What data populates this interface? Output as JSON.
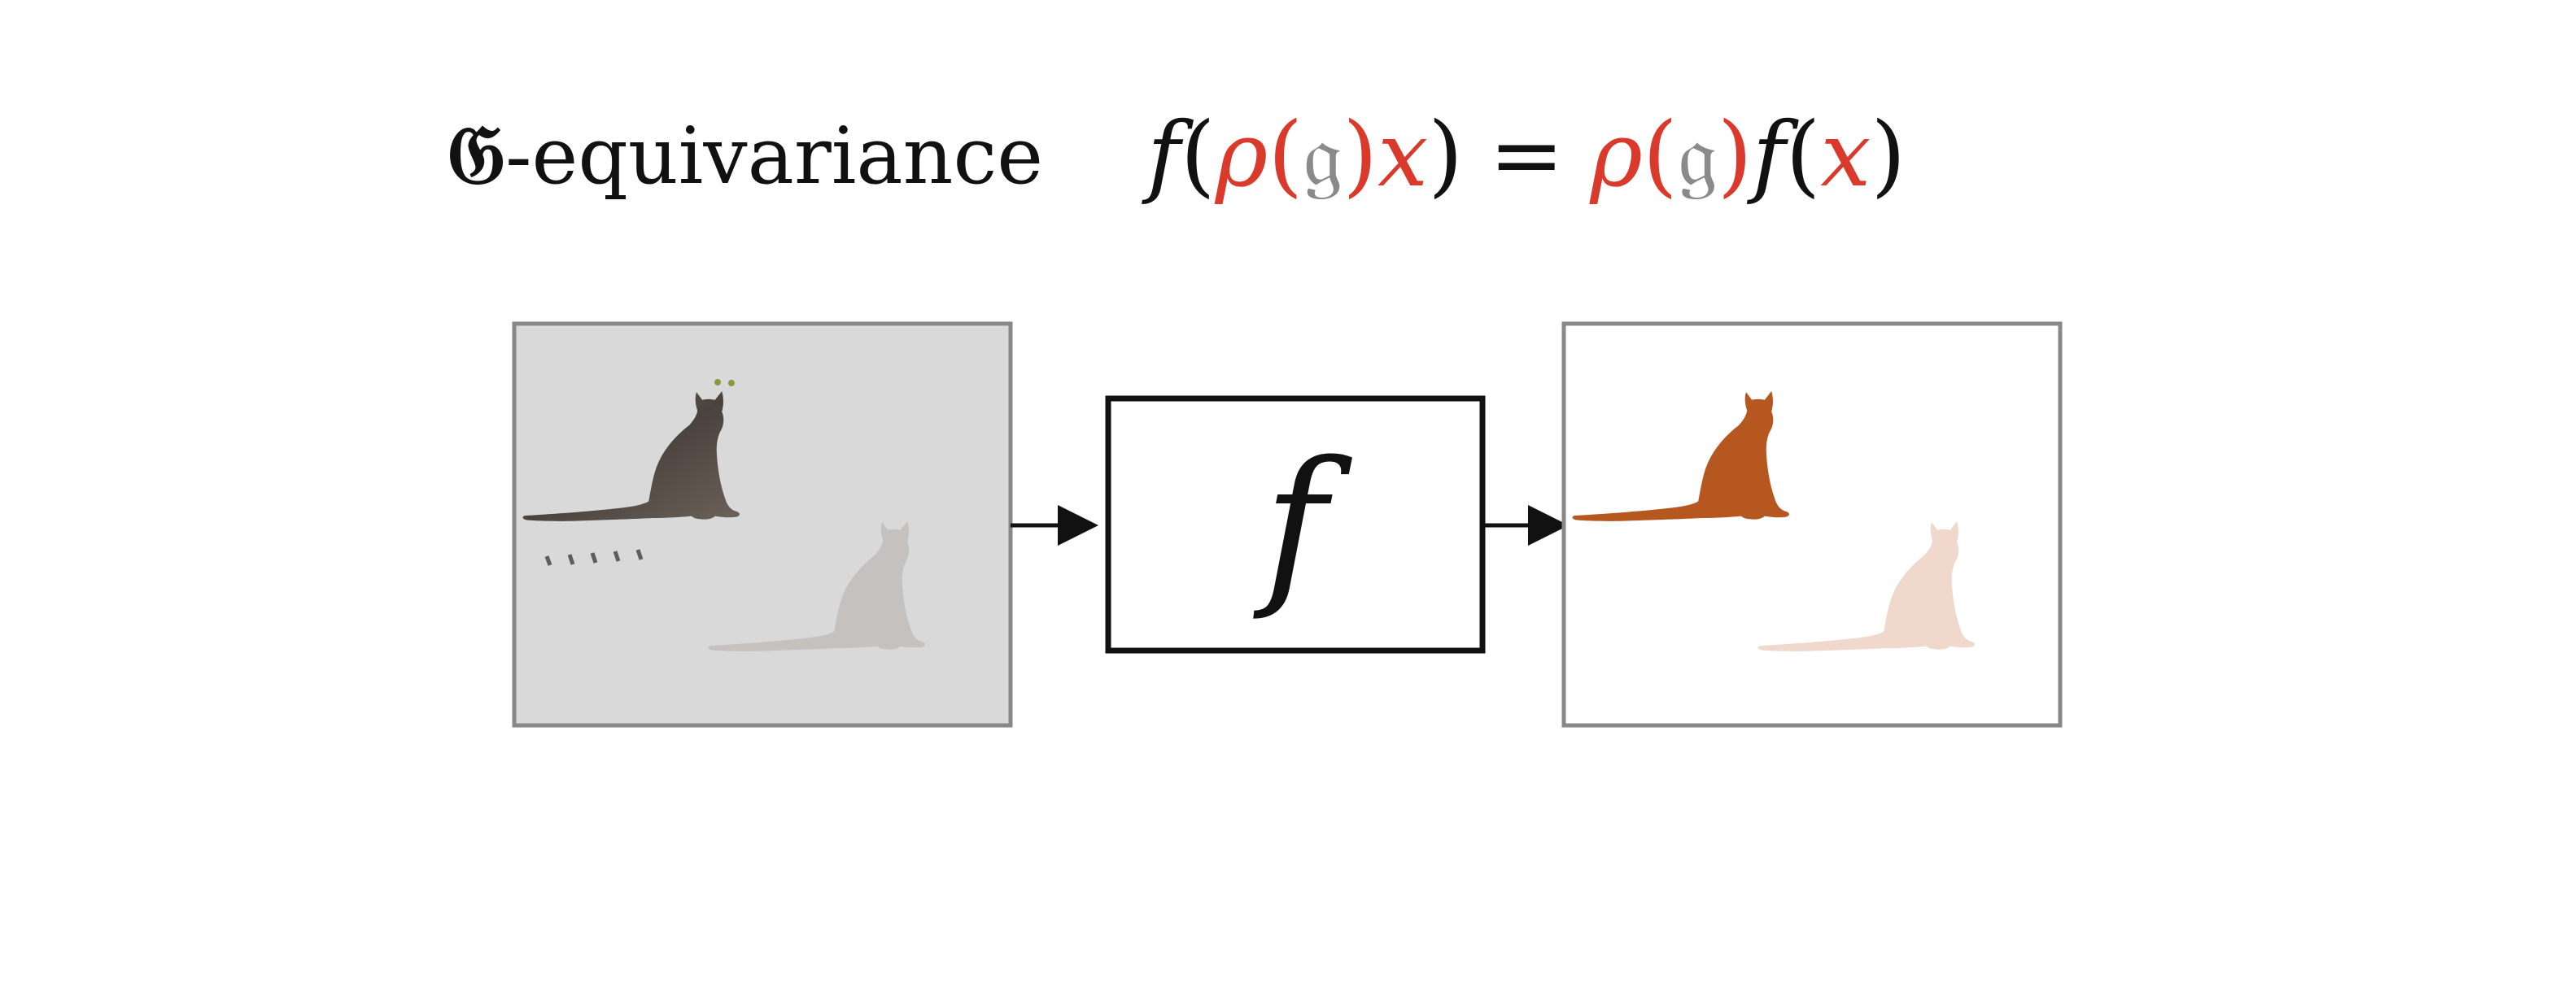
{
  "title": {
    "group_symbol": "𝔊",
    "word": "-equivariance"
  },
  "equation": {
    "lhs_f": "f",
    "lhs_open": "(",
    "lhs_rho": "ρ",
    "lhs_g_open": "(",
    "lhs_g": "𝔤",
    "lhs_g_close": ")",
    "lhs_x": "x",
    "lhs_close": ")",
    "equals": "=",
    "rhs_rho": "ρ",
    "rhs_g_open": "(",
    "rhs_g": "𝔤",
    "rhs_g_close": ")",
    "rhs_f": "f",
    "rhs_open": "(",
    "rhs_x": "x",
    "rhs_close": ")"
  },
  "function_box": {
    "label": "f"
  },
  "colors": {
    "accent_red": "#d93a2b",
    "group_gray": "#8a8a8a",
    "mask_orange": "#b5571f",
    "mask_faded": "#f1d8cc",
    "input_bg": "#d9d9d9",
    "frame_gray": "#888888"
  },
  "icons": {
    "arrow_in": "right-arrow-icon",
    "arrow_out": "right-arrow-icon",
    "cat": "cat-icon"
  }
}
